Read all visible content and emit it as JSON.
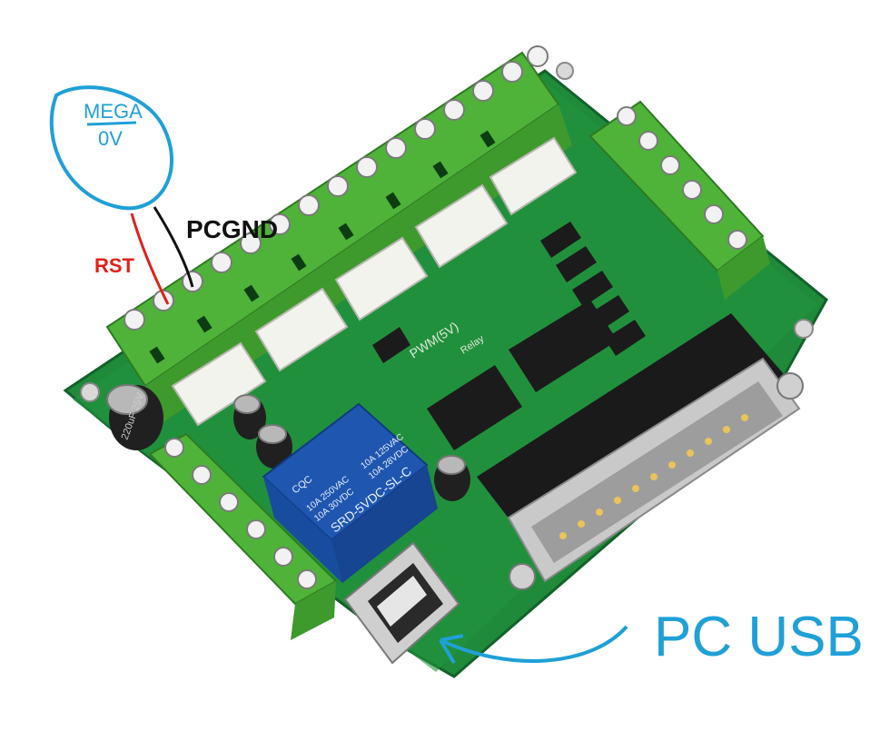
{
  "annotations": {
    "bubble_line1": "MEGA",
    "bubble_line2": "0V",
    "black_wire_label": "PCGND",
    "red_wire_label": "RST",
    "usb_label": "PC USB"
  },
  "relay": {
    "brand": "CQC",
    "rating_left_1": "10A 250VAC",
    "rating_left_2": "10A 30VDC",
    "rating_right_1": "10A 125VAC",
    "rating_right_2": "10A 28VDC",
    "model": "SRD-5VDC-SL-C"
  },
  "board": {
    "silk_pwm": "PWM(5V)",
    "silk_relay": "Relay",
    "cap_label": "220uF 25V"
  },
  "colors": {
    "pcb_green": "#1f8a3a",
    "terminal_green": "#4fb339",
    "bubble_blue": "#1fa0d6",
    "usb_blue": "#1fa0d6",
    "red_ink": "#e0201c",
    "relay_blue": "#1e56b0"
  }
}
